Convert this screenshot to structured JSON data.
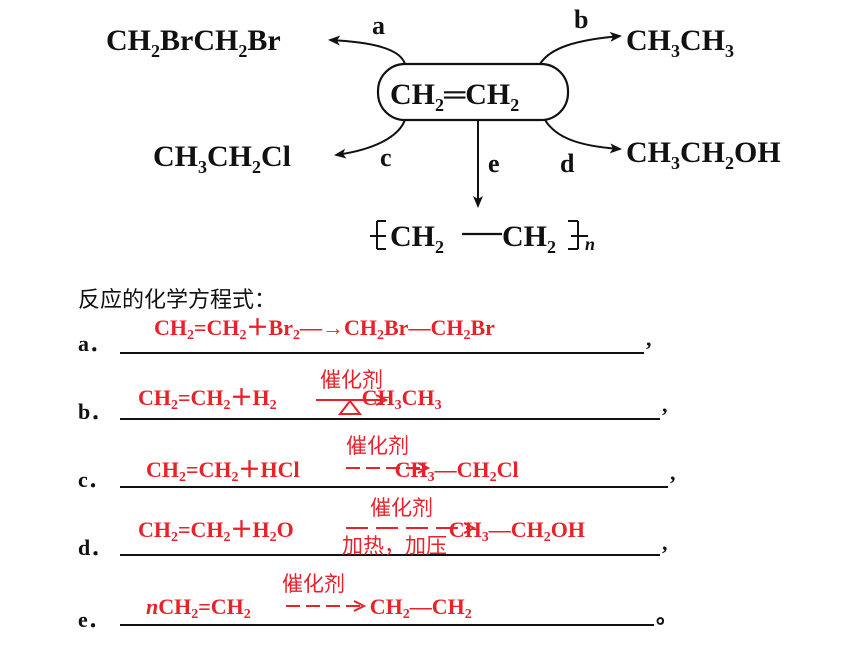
{
  "diagram": {
    "center": "CH2=CH2",
    "products": {
      "a": "CH2BrCH2Br",
      "b": "CH3CH3",
      "c": "CH3CH2Cl",
      "d": "CH3CH2OH",
      "e": "-[CH2-CH2]-n"
    },
    "labels": [
      "a",
      "b",
      "c",
      "d",
      "e"
    ]
  },
  "intro": "反应的化学方程式：",
  "answers": [
    {
      "letter": "a．",
      "equation": "CH2=CH2＋Br2—→CH2Br—CH2Br",
      "condition_top": "",
      "condition_bottom": "",
      "end": ","
    },
    {
      "letter": "b．",
      "equation": "CH2=CH2＋H2 → CH3CH3",
      "condition_top": "催化剂",
      "condition_bottom": "△",
      "end": ","
    },
    {
      "letter": "c．",
      "equation": "CH2=CH2＋HCl → CH3—CH2Cl",
      "condition_top": "催化剂",
      "condition_bottom": "",
      "end": ","
    },
    {
      "letter": "d．",
      "equation": "CH2=CH2＋H2O → CH3—CH2OH",
      "condition_top": "催化剂",
      "condition_bottom": "加热，加压",
      "end": ","
    },
    {
      "letter": "e．",
      "equation": "nCH2=CH2 → CH2—CH2",
      "condition_top": "催化剂",
      "condition_bottom": "",
      "end": "。"
    }
  ],
  "colors": {
    "answer": "#e8222a",
    "text": "#111111"
  }
}
